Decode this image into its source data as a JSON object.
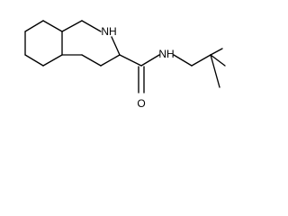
{
  "structure": {
    "atoms": {
      "ring_nitrogen": "NH",
      "amide_nitrogen": "NH",
      "carbonyl_oxygen": "O"
    },
    "colors": {
      "bond": "#000000",
      "label": "#000000",
      "background": "#ffffff"
    }
  }
}
